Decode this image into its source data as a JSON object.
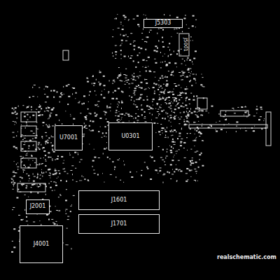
{
  "diagram": {
    "nodes": [
      {
        "text": [
          "J5303"
        ]
      },
      {
        "text": [
          "U7001"
        ]
      },
      {
        "text": [
          "U0301"
        ]
      },
      {
        "text": [
          "J1601"
        ]
      },
      {
        "text": [
          "J1701"
        ]
      },
      {
        "text": [
          "J2001"
        ]
      },
      {
        "text": [
          "J4001"
        ]
      }
    ],
    "labels": [
      "J5001",
      "realschematic.com"
    ]
  }
}
